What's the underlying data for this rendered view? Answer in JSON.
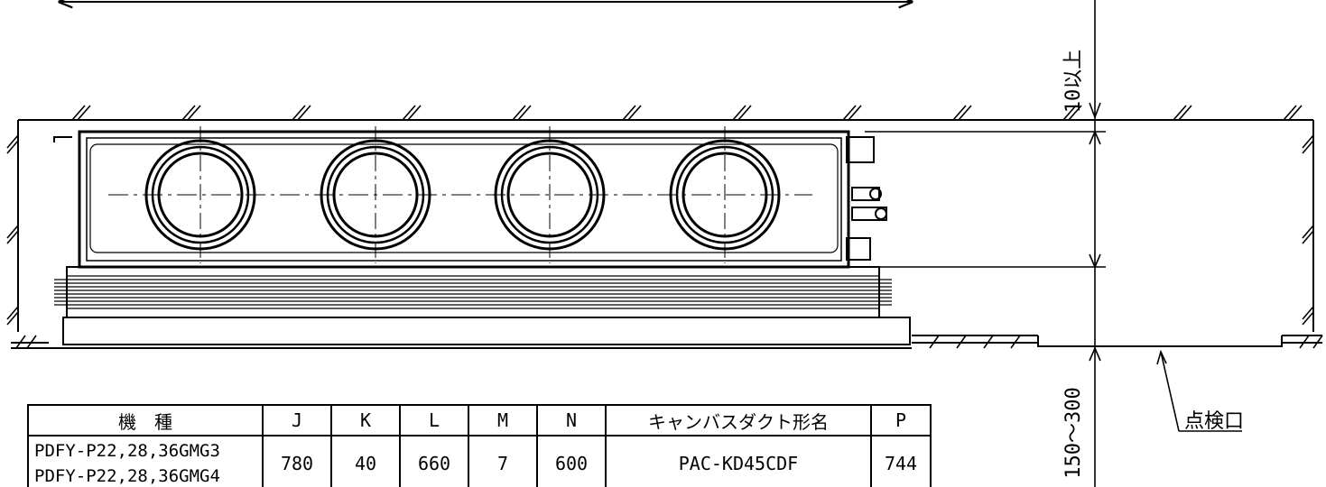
{
  "dimensions": {
    "top_clearance": "10以上",
    "bottom_range": "150～300"
  },
  "annotations": {
    "inspection_port": "点検口"
  },
  "table": {
    "headers": [
      "機　種",
      "J",
      "K",
      "L",
      "M",
      "N",
      "キャンバスダクト形名",
      "P"
    ],
    "row": {
      "models": [
        "PDFY-P22,28,36GMG3",
        "PDFY-P22,28,36GMG4"
      ],
      "J": "780",
      "K": "40",
      "L": "660",
      "M": "7",
      "N": "600",
      "duct_model": "PAC-KD45CDF",
      "P": "744"
    }
  },
  "colors": {
    "line": "#000000",
    "background": "#ffffff"
  }
}
